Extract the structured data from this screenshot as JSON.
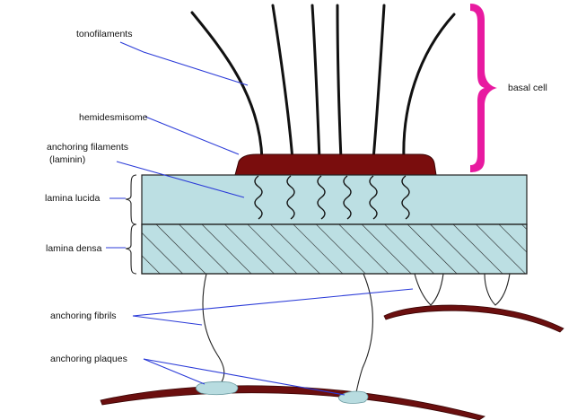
{
  "labels": {
    "tonofilaments": "tonofilaments",
    "hemidesmisome": "hemidesmisome",
    "anchoring_filaments_1": "anchoring filaments",
    "anchoring_filaments_2": "(laminin)",
    "lamina_lucida": "lamina lucida",
    "lamina_densa": "lamina densa",
    "anchoring_fibrils": "anchoring fibrils",
    "anchoring_plaques": "anchoring plaques",
    "basal_cell": "basal cell"
  },
  "colors": {
    "lamina_lucida": "#bcdfe3",
    "lamina_densa": "#bcdfe3",
    "hemidesmosome": "#7a0d0d",
    "basal_cell_brace": "#e81aa0",
    "leader_lines": "#2b3bd8",
    "collagen": "#6b0f0f",
    "plaque": "#b8dce0"
  }
}
